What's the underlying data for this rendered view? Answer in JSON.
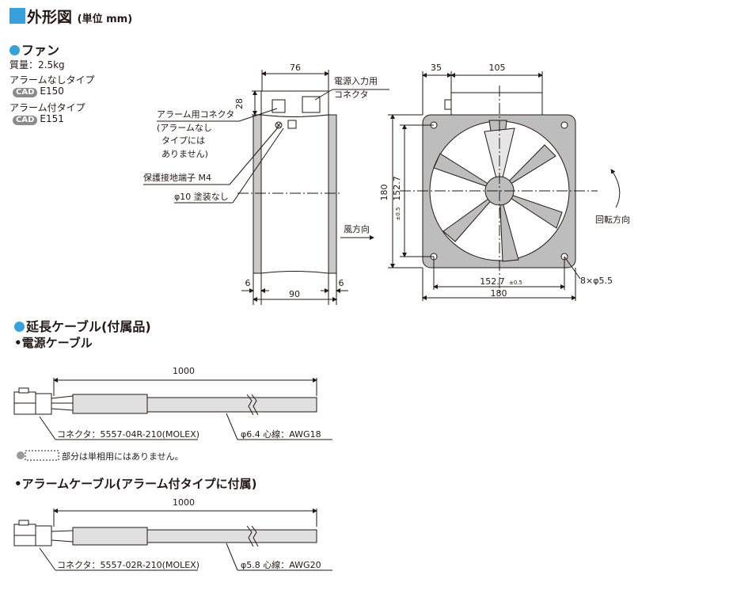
{
  "header": {
    "title": "外形図",
    "unit": "(単位 mm)"
  },
  "fan": {
    "heading": "ファン",
    "mass": "質量：2.5kg",
    "type_no_alarm": "アラームなしタイプ",
    "cad_no_alarm": "E150",
    "type_alarm": "アラーム付タイプ",
    "cad_alarm": "E151",
    "cad_badge": "CAD"
  },
  "side_view": {
    "dim_width": "76",
    "dim_height": "28",
    "dim_bottom": "90",
    "dim_left_offset": "6",
    "dim_right_offset": "6",
    "label_alarm_connector": "アラーム用コネクタ",
    "label_alarm_note_1": "(アラームなし",
    "label_alarm_note_2": "タイプには",
    "label_alarm_note_3": "ありません)",
    "label_ground": "保護接地端子 M4",
    "label_uncoated": "φ10 塗装なし",
    "label_power_connector_1": "電源入力用",
    "label_power_connector_2": "コネクタ",
    "label_airflow": "風方向"
  },
  "front_view": {
    "dim_35": "35",
    "dim_105": "105",
    "dim_180_v": "180",
    "dim_1527_v": "152.7",
    "tol": "±0.5",
    "dim_1527_h": "152.7",
    "dim_180_h": "180",
    "holes": "8×φ5.5",
    "rotation": "回転方向"
  },
  "cable_section": {
    "heading": "延長ケーブル(付属品)",
    "power": {
      "title": "•電源ケーブル",
      "length": "1000",
      "connector": "コネクタ：5557-04R-210(MOLEX)",
      "spec": "φ6.4  心線：AWG18"
    },
    "legend": "部分は単相用にはありません。",
    "alarm": {
      "title": "•アラームケーブル(アラーム付タイプに付属)",
      "length": "1000",
      "connector": "コネクタ：5557-02R-210(MOLEX)",
      "spec": "φ5.8 心線：AWG20"
    }
  }
}
